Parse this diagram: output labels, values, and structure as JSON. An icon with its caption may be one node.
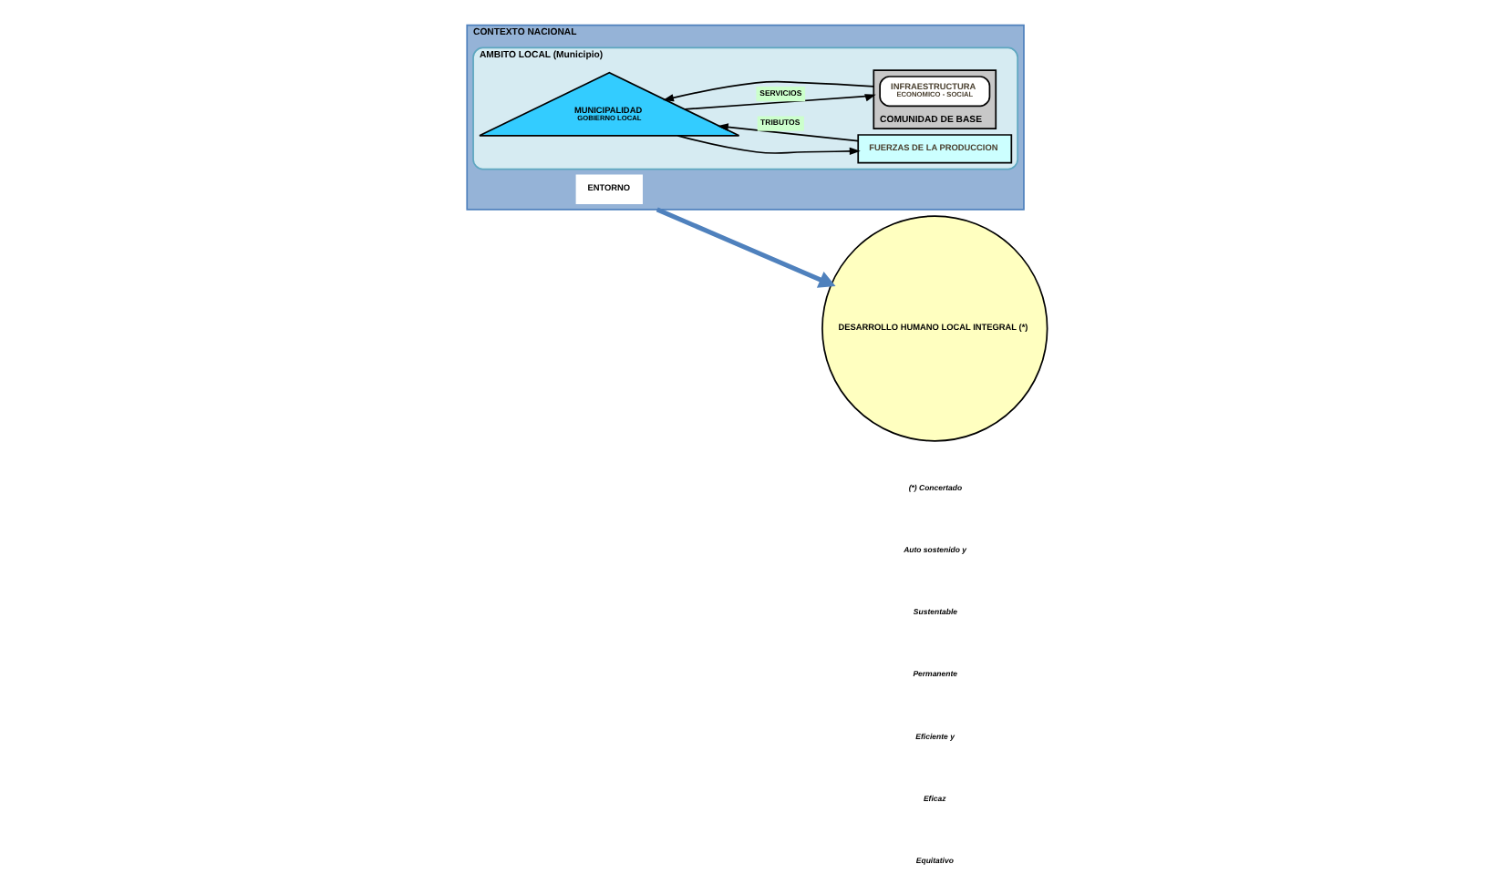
{
  "diagram": {
    "nodes": [
      {
        "text": [
          "CONTEXTO NACIONAL"
        ]
      },
      {
        "text": [
          "AMBITO LOCAL (Municipio)"
        ],
        "in": 0
      },
      {
        "text": [
          "MUNICIPALIDAD",
          "GOBIERNO LOCAL"
        ],
        "in": 1
      },
      {
        "text": [
          "FUERZAS DE LA PRODUCCION"
        ],
        "in": 1
      },
      {
        "text": [
          "COMUNIDAD DE BASE"
        ],
        "in": 1
      },
      {
        "text": [
          "INFRAESTRUCTURA",
          "ECONOMICO - SOCIAL"
        ],
        "in": 4
      },
      {
        "text": [
          "DESARROLLO HUMANO LOCAL INTEGRAL (*)"
        ]
      },
      {
        "text": [
          "ENTORNO"
        ],
        "in": 0
      }
    ],
    "edges": [
      {
        "from": 2,
        "to": 3,
        "arrow": "to"
      },
      {
        "from": 3,
        "to": 2,
        "arrow": "to",
        "label": "TRIBUTOS"
      },
      {
        "from": 2,
        "to": 4,
        "arrow": "to",
        "label": "SERVICIOS"
      },
      {
        "from": 4,
        "to": 2,
        "arrow": "to"
      },
      {
        "from": 0,
        "to": 6,
        "arrow": "to",
        "style": "thick",
        "color": "#4f81bd"
      }
    ],
    "labels": [
      "(*) Concertado",
      "Auto sostenido y",
      "Sustentable",
      "Permanente",
      "Eficiente y",
      "Eficaz",
      "Equitativo"
    ]
  }
}
